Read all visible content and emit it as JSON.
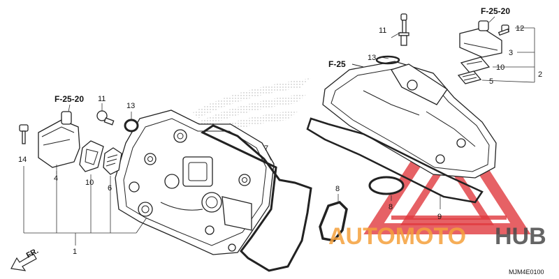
{
  "labels": {
    "l1": "1",
    "l2": "2",
    "l3": "3",
    "l4": "4",
    "l5": "5",
    "l6": "6",
    "l7": "7",
    "l8a": "8",
    "l8b": "8",
    "l9": "9",
    "l10a": "10",
    "l10b": "10",
    "l11a": "11",
    "l11b": "11",
    "l12": "12",
    "l13a": "13",
    "l13b": "13",
    "l14": "14"
  },
  "refs": {
    "left": "F-25-20",
    "top_right": "F-25-20",
    "cover": "F-25"
  },
  "direction": {
    "label": "FR."
  },
  "diagram_code": "MJM4E0100",
  "watermark": {
    "word_a": "AUTOMOTO",
    "word_b": "HUB",
    "color_a": "#f5a03c",
    "color_b": "#4a4a4a",
    "triangle_color": "#e0393e"
  }
}
